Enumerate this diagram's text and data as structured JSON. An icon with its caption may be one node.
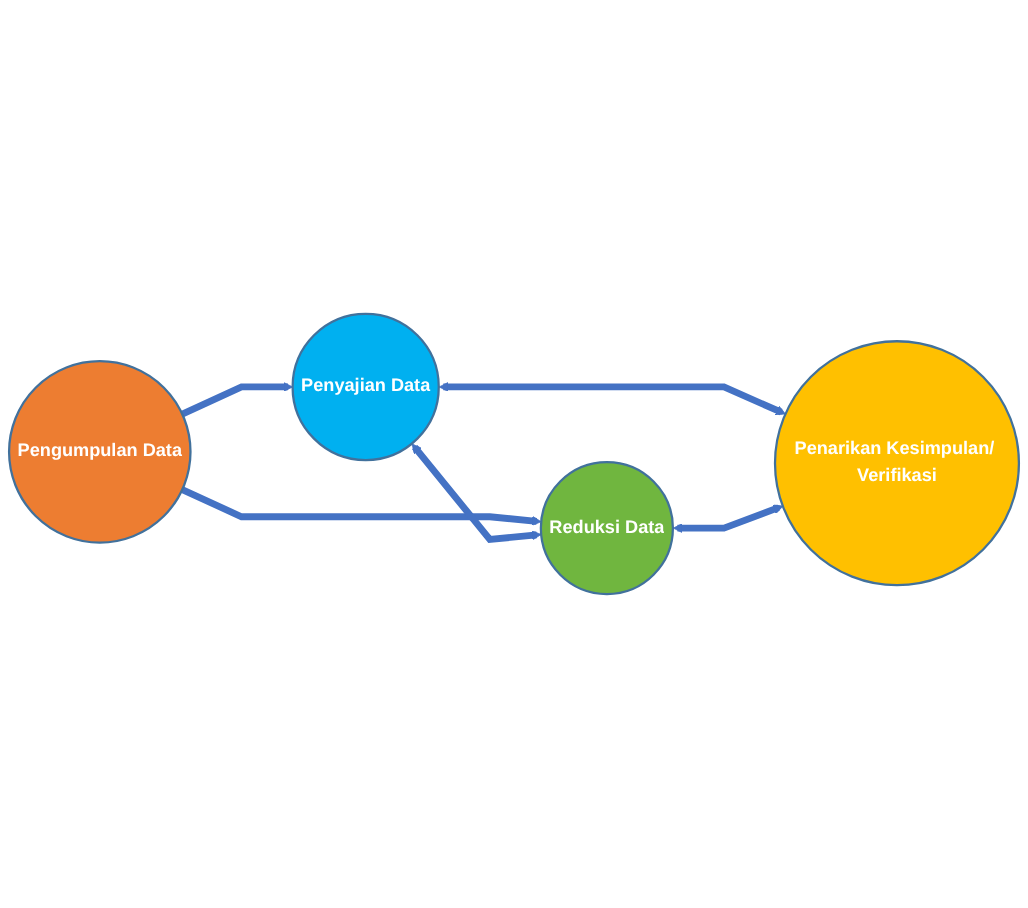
{
  "diagram": {
    "nodes": [
      {
        "text": [
          "Pengumpulan Data"
        ]
      },
      {
        "text": [
          "Penyajian Data"
        ]
      },
      {
        "text": [
          "Reduksi Data"
        ]
      },
      {
        "text": [
          "Penarikan Kesimpulan/ Verifikasi"
        ]
      }
    ],
    "edges": [
      {
        "from": 0,
        "to": 1,
        "arrow": "to"
      },
      {
        "from": 0,
        "to": 2,
        "arrow": "to"
      },
      {
        "from": 1,
        "to": 2,
        "arrow": "both"
      },
      {
        "from": 1,
        "to": 3,
        "arrow": "both"
      },
      {
        "from": 2,
        "to": 3,
        "arrow": "both"
      }
    ]
  }
}
